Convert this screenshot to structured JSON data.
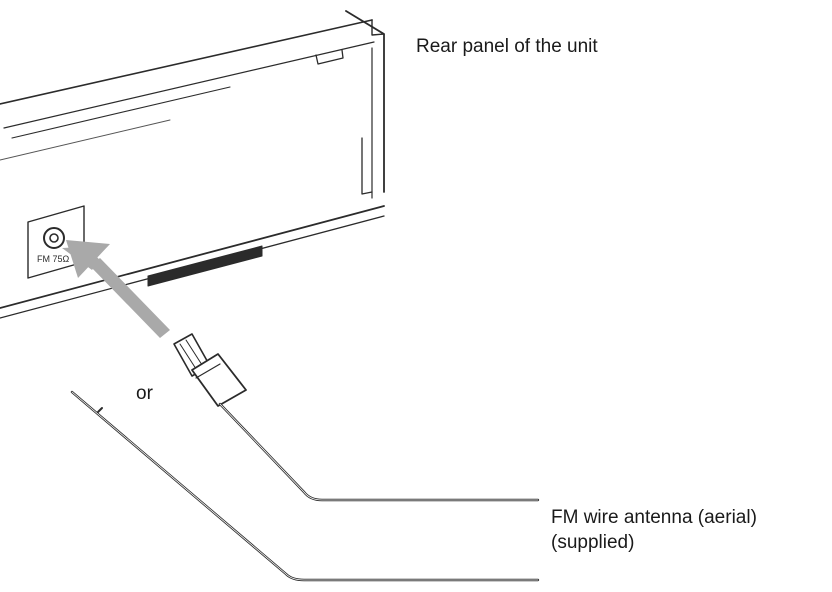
{
  "labels": {
    "rear_panel": "Rear panel of the unit",
    "or": "or",
    "fm_antenna_line1": "FM wire antenna (aerial)",
    "fm_antenna_line2": "(supplied)"
  },
  "panel_connector_text": "FM 75Ω",
  "colors": {
    "line": "#2b2b2b",
    "arrow": "#a9a9a9",
    "background": "#ffffff"
  }
}
